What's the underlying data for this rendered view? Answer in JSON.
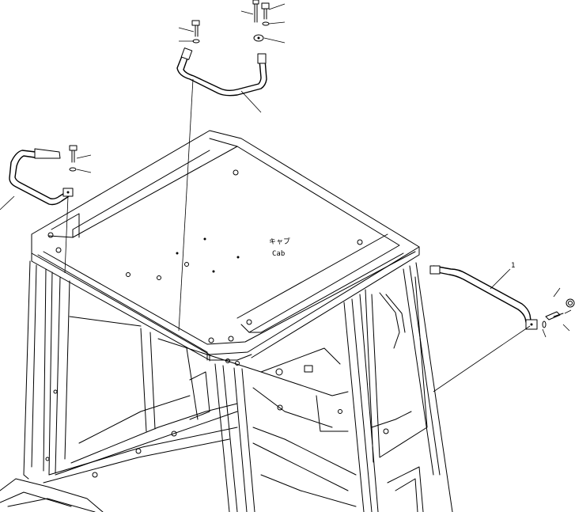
{
  "diagram": {
    "cab_label_jp": "キャブ",
    "cab_label_en": "Cab",
    "callout_right": "1"
  },
  "colors": {
    "line": "#000000",
    "background": "#ffffff"
  }
}
